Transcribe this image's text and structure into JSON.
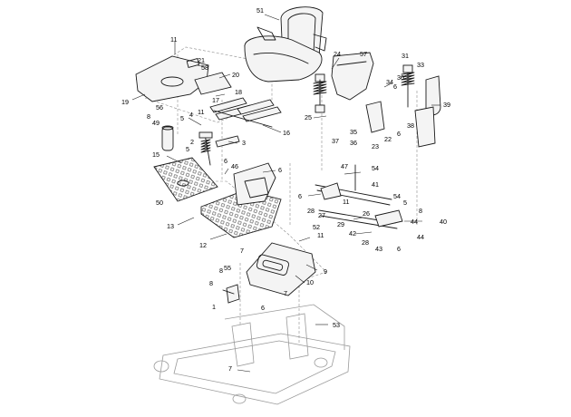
{
  "diagram": {
    "callouts": [
      "51",
      "11",
      "21",
      "58",
      "20",
      "19",
      "56",
      "8",
      "49",
      "17",
      "18",
      "5",
      "4",
      "11",
      "2",
      "3",
      "16",
      "5",
      "6",
      "15",
      "46",
      "50",
      "6",
      "13",
      "12",
      "24",
      "57",
      "34",
      "25",
      "31",
      "30",
      "33",
      "6",
      "39",
      "38",
      "6",
      "23",
      "22",
      "35",
      "37",
      "36",
      "47",
      "54",
      "41",
      "6",
      "11",
      "28",
      "27",
      "54",
      "5",
      "26",
      "29",
      "8",
      "44",
      "40",
      "42",
      "28",
      "43",
      "6",
      "44",
      "52",
      "11",
      "7",
      "9",
      "10",
      "8",
      "55",
      "6",
      "1",
      "8",
      "7",
      "53",
      "7"
    ]
  }
}
